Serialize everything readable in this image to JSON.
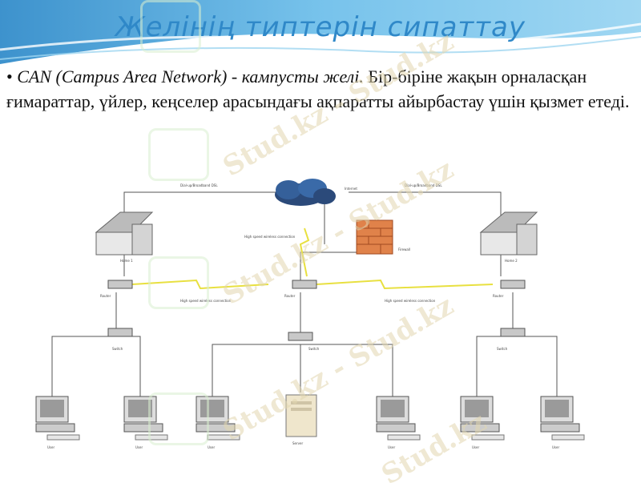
{
  "slide": {
    "title": "Желінің типтерін сипаттау",
    "bullet": "•",
    "lead": "CAN (Campus Area Network) - кампусты желі.",
    "text": " Бір-біріне жақын орналасқан ғимараттар, үйлер, кеңселер арасындағы ақпаратты айырбастау үшін қызмет етеді."
  },
  "watermark": {
    "text": "Stud.kz - Stud.kz",
    "text_short": "Stud.kz"
  },
  "diagram": {
    "labels": {
      "cloud": "Internet",
      "firewall": "Firewall",
      "wan_left": "Dial-up/Broadband DSL",
      "wan_right": "Dial-up/Broadband DSL",
      "house_left": "Home 1",
      "house_right": "Home 2",
      "router_left": "Router",
      "router_mid": "Router",
      "router_right": "Router",
      "wireless_up": "High speed wireless connection",
      "wireless_left": "High speed wireless connection",
      "wireless_right": "High speed wireless connection",
      "switch_left": "Switch",
      "switch_mid": "Switch",
      "switch_right": "Switch",
      "server": "Server",
      "user": "User"
    }
  },
  "colors": {
    "title": "#2f88c8",
    "header_band": "#4aa3dd",
    "firewall": "#e0824a",
    "cloud": "#2b4a7a",
    "wireless": "#e8e040"
  }
}
